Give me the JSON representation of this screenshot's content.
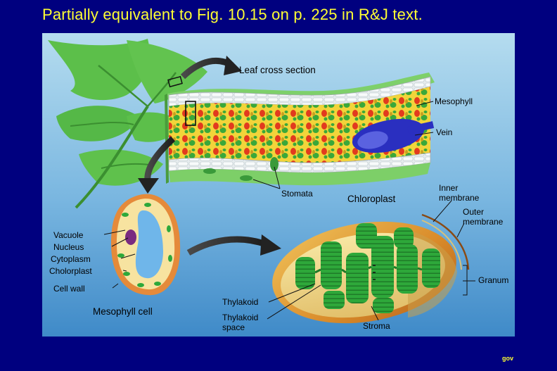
{
  "title": "Partially equivalent to Fig. 10.15 on p. 225 in R&J text.",
  "footer": "gov",
  "labels": {
    "leaf_cross_section": "Leaf cross section",
    "mesophyll": "Mesophyll",
    "vein": "Vein",
    "stomata": "Stomata",
    "chloroplast": "Chloroplast",
    "inner_membrane_1": "Inner",
    "inner_membrane_2": "membrane",
    "outer_membrane_1": "Outer",
    "outer_membrane_2": "membrane",
    "granum": "Granum",
    "vacuole": "Vacuole",
    "nucleus": "Nucleus",
    "cytoplasm": "Cytoplasm",
    "chloroplast_cell": "Cholorplast",
    "cell_wall": "Cell wall",
    "mesophyll_cell": "Mesophyll cell",
    "thylakoid": "Thylakoid",
    "thylakoid_space_1": "Thylakoid",
    "thylakoid_space_2": "space",
    "stroma": "Stroma"
  },
  "colors": {
    "background": "#00007f",
    "title": "#ffff33",
    "panel_top": "#a8d4ea",
    "panel_bottom": "#3f8ac8",
    "leaf": "#5cbf4a",
    "chloroplast_green": "#2ea83a",
    "cell_wall": "#e58a3a",
    "vacuole": "#6fb6ea",
    "nucleus": "#7a2a80",
    "vein": "#2a2fc0"
  }
}
